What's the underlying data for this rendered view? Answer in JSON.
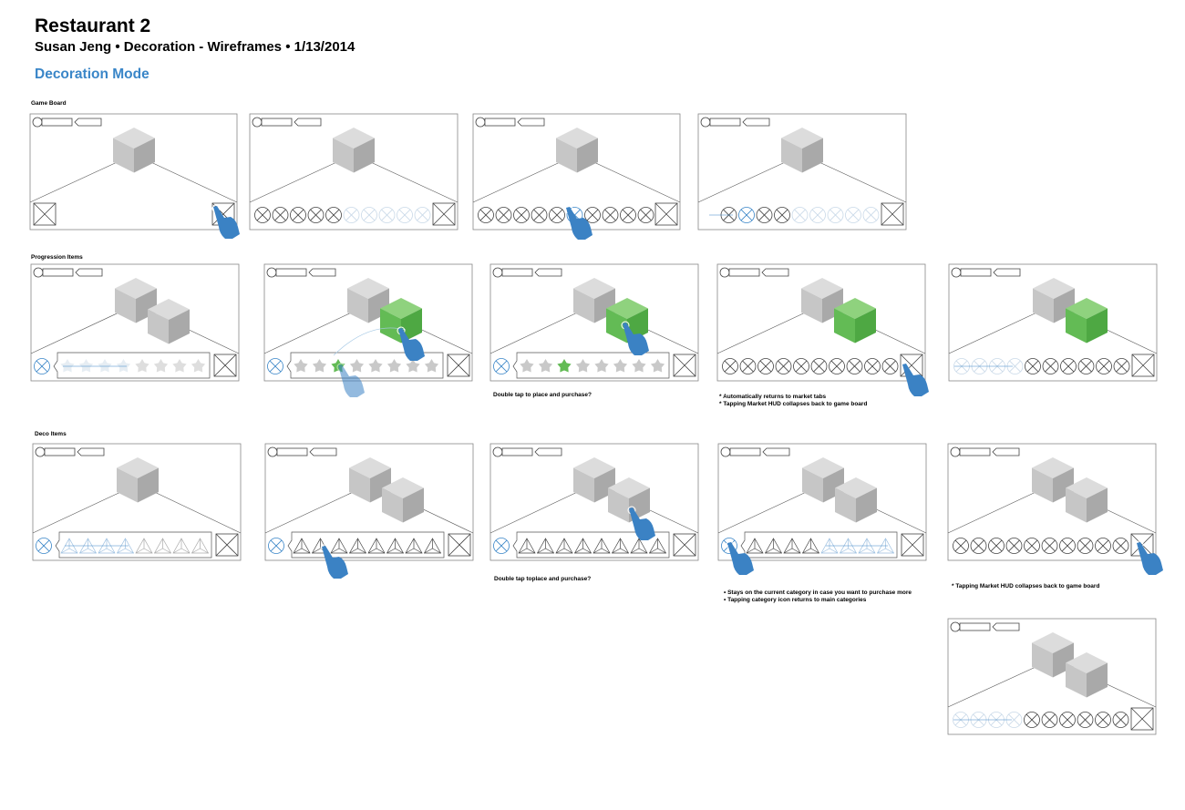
{
  "header": {
    "title": "Restaurant 2",
    "subtitle": "Susan Jeng • Decoration - Wireframes • 1/13/2014",
    "section": "Decoration Mode"
  },
  "rows": {
    "game_board": "Game Board",
    "progression": "Progression Items",
    "deco": "Deco Items"
  },
  "notes": {
    "prog_3": "Double tap to place and purchase?",
    "prog_4": [
      "* Automatically returns to market tabs",
      "* Tapping Market HUD collapses back to game board"
    ],
    "deco_3": "Double tap toplace and  purchase?",
    "deco_4": [
      "• Stays on the current category in case you want to purchase more",
      "• Tapping category icon returns to main categories"
    ],
    "deco_5": "* Tapping Market HUD collapses back to game board"
  },
  "colors": {
    "cube_gray": "#c8c8c8",
    "cube_green": "#63bb55",
    "accent_blue": "#3a86c8",
    "hand_blue": "#3b82c4"
  },
  "icons": [
    "cube-icon",
    "hand-cursor-icon",
    "star-item-icon",
    "triangle-item-icon",
    "circle-x-icon",
    "box-x-icon",
    "player-avatar-icon",
    "currency-flag-icon"
  ]
}
